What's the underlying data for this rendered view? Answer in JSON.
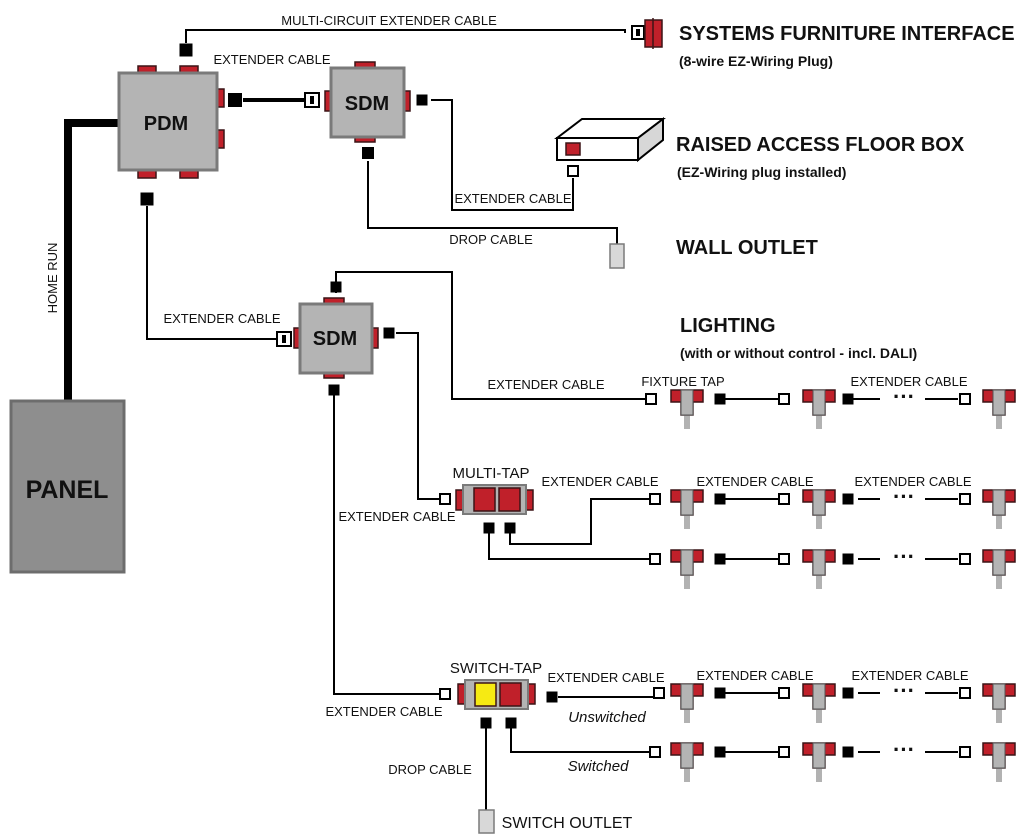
{
  "labels": {
    "multi_circuit_extender": "MULTI-CIRCUIT EXTENDER CABLE",
    "extender_cable": "EXTENDER CABLE",
    "drop_cable": "DROP CABLE",
    "home_run": "HOME RUN",
    "fixture_tap": "FIXTURE TAP",
    "unswitched": "Unswitched",
    "switched": "Switched",
    "ellipsis": "···"
  },
  "devices": {
    "pdm": "PDM",
    "sdm": "SDM",
    "panel": "PANEL",
    "multi_tap": "MULTI-TAP",
    "switch_tap": "SWITCH-TAP",
    "switch_outlet": "SWITCH OUTLET"
  },
  "destinations": {
    "systems_furniture": {
      "title": "SYSTEMS FURNITURE INTERFACE",
      "subtitle": "(8-wire EZ-Wiring Plug)"
    },
    "raised_floor": {
      "title": "RAISED ACCESS FLOOR BOX",
      "subtitle": "(EZ-Wiring plug installed)"
    },
    "wall_outlet": {
      "title": "WALL OUTLET"
    },
    "lighting": {
      "title": "LIGHTING",
      "subtitle": "(with or without control - incl. DALI)"
    }
  },
  "colors": {
    "module_gray": "#b4b4b4",
    "module_border": "#7a7a7a",
    "port_red": "#c0202a",
    "port_dark": "#3b1416",
    "switch_yellow": "#f6ea13",
    "wire": "#000000"
  }
}
